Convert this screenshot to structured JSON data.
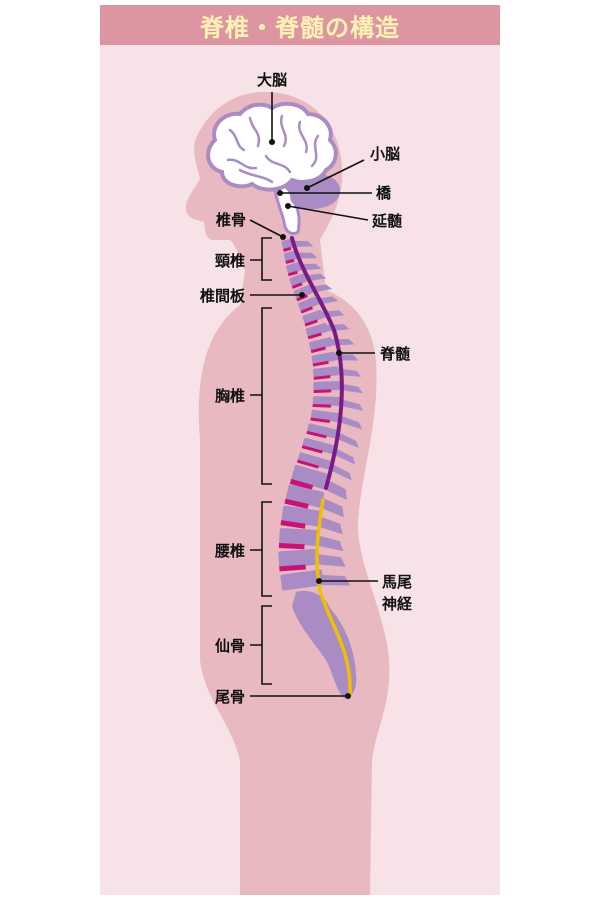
{
  "title": "脊椎・脊髄の構造",
  "colors": {
    "title_bg": "#dd95a1",
    "title_text": "#fdf2b4",
    "background": "#f6e2e7",
    "body": "#e8b9c0",
    "vertebra": "#a98cc4",
    "disc": "#c8127a",
    "spinal_cord": "#7a1a86",
    "cauda_equina": "#f0c000",
    "brain": "#ffffff",
    "brain_outline": "#a98cc4"
  },
  "labels": {
    "cerebrum": "大脳",
    "cerebellum": "小脳",
    "pons": "橋",
    "medulla": "延髄",
    "vertebra": "椎骨",
    "cervical": "頸椎",
    "disc": "椎間板",
    "spinal_cord": "脊髄",
    "thoracic": "胸椎",
    "lumbar": "腰椎",
    "cauda_1": "馬尾",
    "cauda_2": "神経",
    "sacrum": "仙骨",
    "coccyx": "尾骨"
  }
}
